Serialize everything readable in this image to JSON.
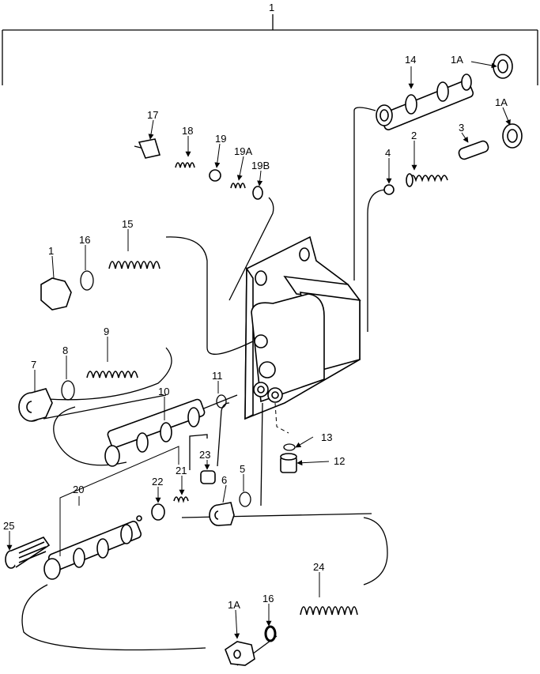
{
  "callouts": {
    "c1_top": "1",
    "c1A_a": "1A",
    "c1A_b": "1A",
    "c1A_c": "1A",
    "c14": "14",
    "c2": "2",
    "c3": "3",
    "c4": "4",
    "c17": "17",
    "c18": "18",
    "c19": "19",
    "c19A": "19A",
    "c19B": "19B",
    "c1_plug": "1",
    "c16_a": "16",
    "c15": "15",
    "c9": "9",
    "c8": "8",
    "c7": "7",
    "c10": "10",
    "c11": "11",
    "c13": "13",
    "c12": "12",
    "c23": "23",
    "c22": "22",
    "c21": "21",
    "c20": "20",
    "c6": "6",
    "c5": "5",
    "c25": "25",
    "c24": "24",
    "c16_b": "16"
  }
}
